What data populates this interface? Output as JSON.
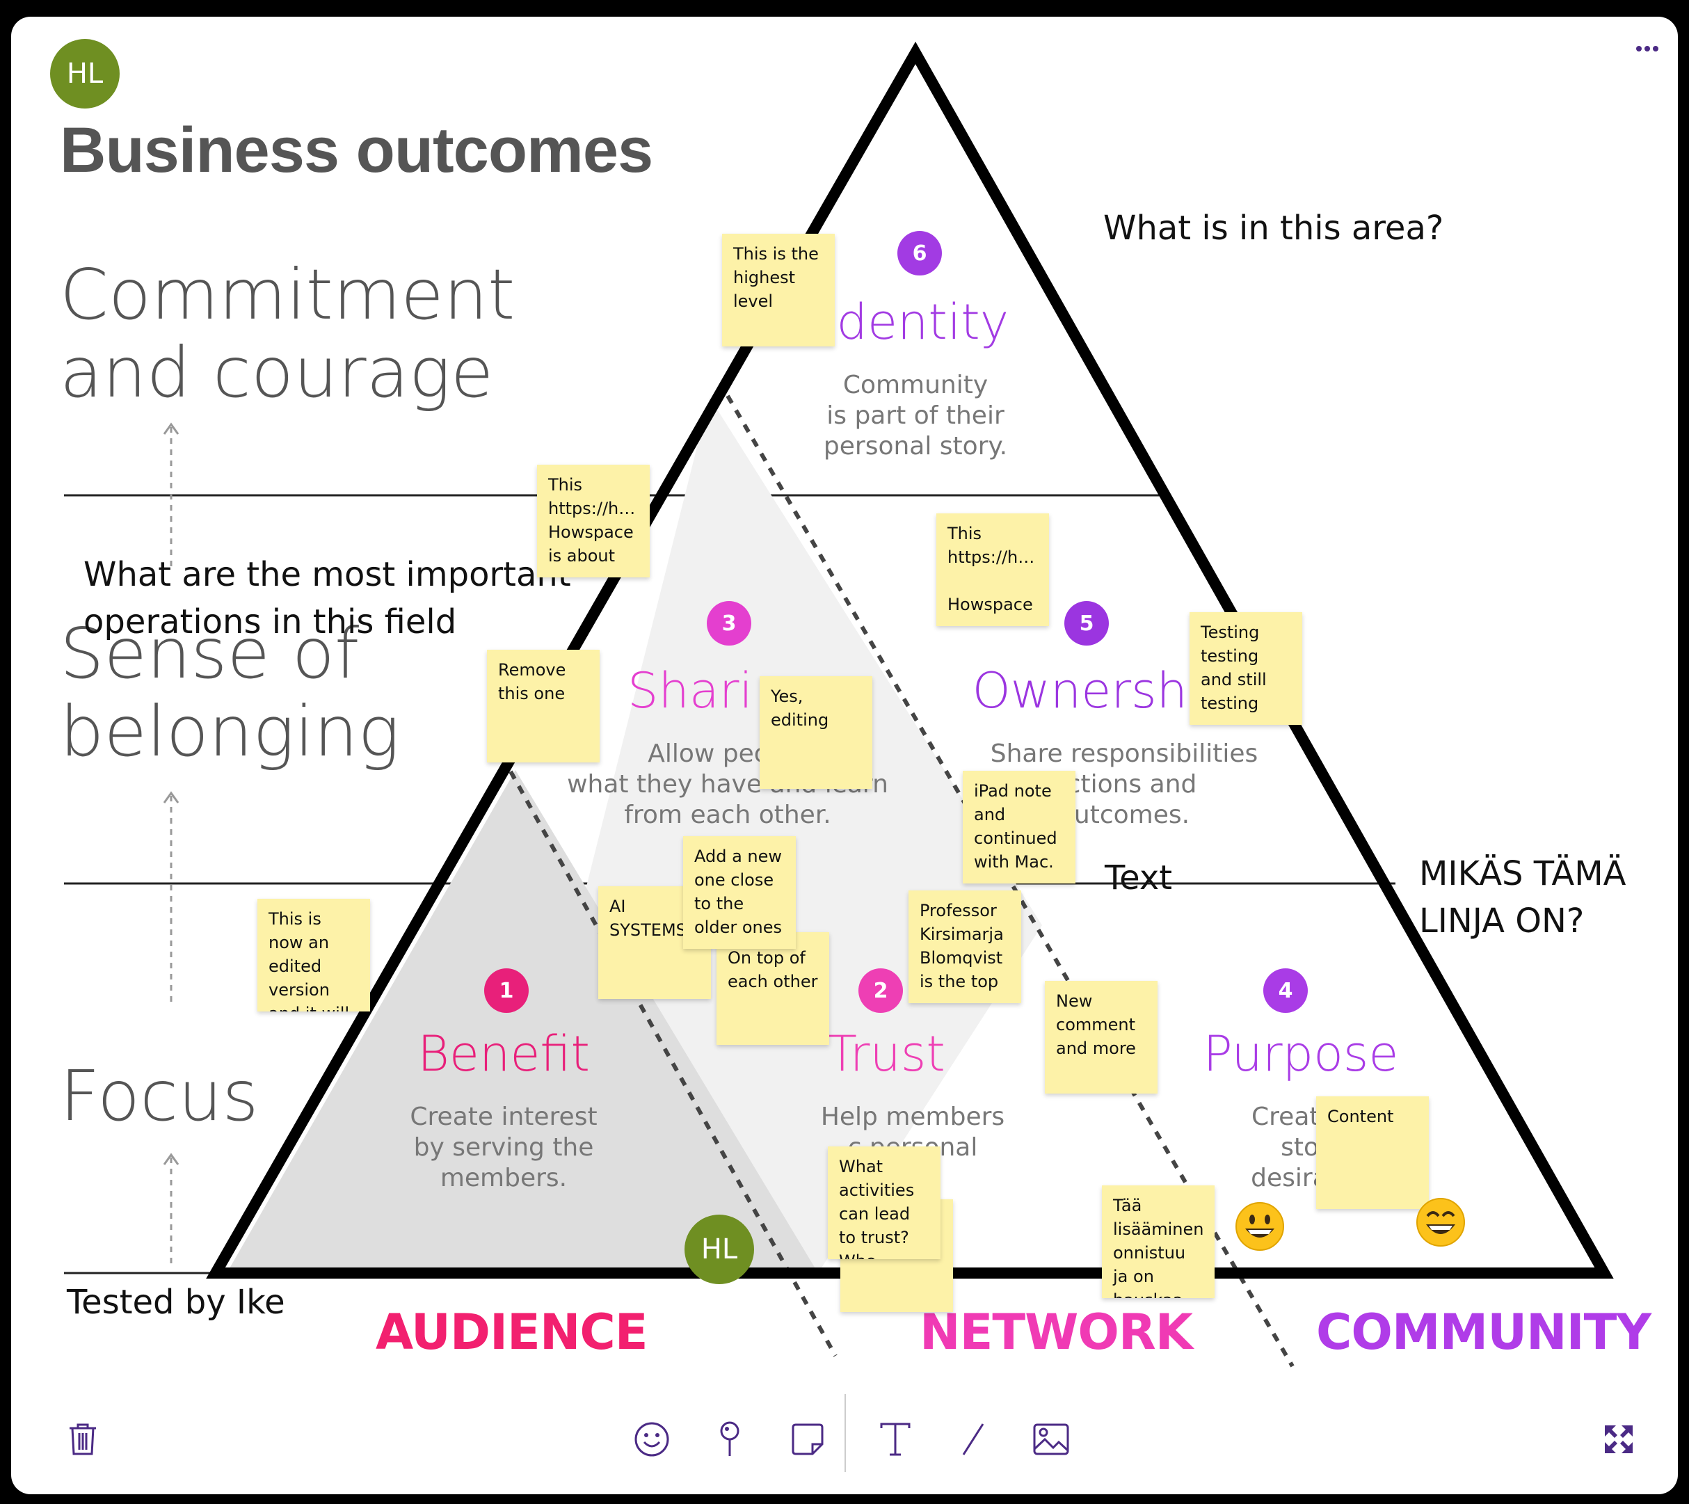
{
  "board": {
    "title": "Business outcomes",
    "owner_initials": "HL",
    "menu_icon": "more-icon",
    "level_labels": {
      "top": [
        "Commitment",
        "and courage"
      ],
      "middle": [
        "Sense of",
        "belonging"
      ],
      "bottom": "Focus"
    },
    "stages": [
      {
        "number": "1",
        "title": "Benefit",
        "description": "Create interest\nby  serving the\nmembers.",
        "color": "#e8207a"
      },
      {
        "number": "2",
        "title": "Trust",
        "description": "Help members\nc   personal\n             .",
        "color": "#ee3fb4"
      },
      {
        "number": "3",
        "title": "Shari",
        "description": "Allow people\nwhat they have and learn\nfrom each other.",
        "color": "#e43fcf"
      },
      {
        "number": "4",
        "title": "Purpose",
        "description": "Create          d\nstor\ndesira            e.",
        "color": "#a93ce6"
      },
      {
        "number": "5",
        "title": "Ownershi",
        "description": "Share responsibilities\n      actions and\n      outcomes.",
        "color": "#9b35e0"
      },
      {
        "number": "6",
        "title": "Identity",
        "description": "Community\nis part of their\npersonal story.",
        "color": "#a23be3"
      }
    ],
    "categories": [
      {
        "label": "AUDIENCE",
        "color": "#f2206f"
      },
      {
        "label": "NETWORK",
        "color": "#f03ab4"
      },
      {
        "label": "COMMUNITY",
        "color": "#b03ce8"
      }
    ]
  },
  "stickies": [
    {
      "text": "This is the highest level"
    },
    {
      "text": "This https://h… Howspace is about"
    },
    {
      "text": "This https://h…\n\nHowspace"
    },
    {
      "text": "Remove this one"
    },
    {
      "text": "Yes, editing"
    },
    {
      "text": "Testing testing and still testing"
    },
    {
      "text": "iPad note and continued with Mac."
    },
    {
      "text": "Add a new one close to the older ones"
    },
    {
      "text": "AI SYSTEMS"
    },
    {
      "text": "On top of each other"
    },
    {
      "text": "Professor Kirsimarja Blomqvist is the top"
    },
    {
      "text": "This is now an edited version and it will"
    },
    {
      "text": "New comment and more"
    },
    {
      "text": "Content"
    },
    {
      "text": "What activities can lead to trust? Who"
    },
    {
      "text": "Tää lisääminen onnistuu ja on hauskaa"
    }
  ],
  "free_texts": {
    "what_is_area": "What is in this area?",
    "important_ops": "What are the most important operations in this field",
    "mikas": "MIKÄS TÄMÄ LINJA ON?",
    "text_label": "Text",
    "tested_by": "Tested by Ike"
  },
  "toolbar": {
    "left": [
      {
        "icon": "trash-icon"
      }
    ],
    "center": [
      {
        "icon": "emoji-icon"
      },
      {
        "icon": "pin-icon"
      },
      {
        "icon": "sticky-note-icon"
      },
      {
        "icon": "text-tool-icon"
      },
      {
        "icon": "line-tool-icon"
      },
      {
        "icon": "image-icon"
      }
    ],
    "right": [
      {
        "icon": "fit-screen-icon"
      }
    ]
  },
  "colors": {
    "tool_icon": "#4b2a85",
    "avatar": "#6f8f22",
    "sticky": "#fdf2a8"
  }
}
